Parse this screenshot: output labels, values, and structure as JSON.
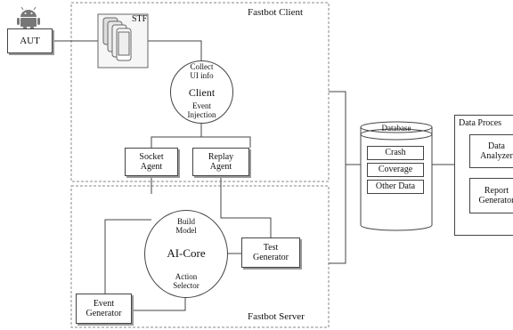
{
  "aut": {
    "label": "AUT"
  },
  "stf": {
    "label": "STF"
  },
  "client_region": {
    "title": "Fastbot Client"
  },
  "server_region": {
    "title": "Fastbot Server"
  },
  "client_circle": {
    "top": "Collect\nUI info",
    "main": "Client",
    "bottom": "Event\nInjection"
  },
  "socket_agent": {
    "label": "Socket\nAgent"
  },
  "replay_agent": {
    "label": "Replay\nAgent"
  },
  "core_circle": {
    "top": "Build\nModel",
    "main": "AI-Core",
    "bottom": "Action\nSelector"
  },
  "test_generator": {
    "label": "Test\nGenerator"
  },
  "event_generator": {
    "label": "Event\nGenerator"
  },
  "database": {
    "title": "Database",
    "items": [
      "Crash",
      "Coverage",
      "Other Data"
    ]
  },
  "data_process": {
    "title": "Data Proces",
    "analyzer": "Data\nAnalyzer",
    "report": "Report\nGenerator"
  },
  "colors": {
    "stroke": "#444444",
    "dashed": "#888888"
  }
}
